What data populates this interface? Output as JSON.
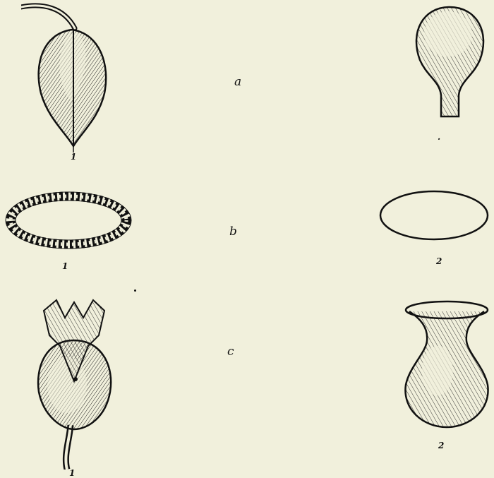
{
  "rows": [
    {
      "label": "a",
      "left_number": "1",
      "right_number": "."
    },
    {
      "label": "b",
      "left_number": "1",
      "right_number": "2"
    },
    {
      "label": "c",
      "left_number": "1",
      "right_number": "2"
    }
  ]
}
